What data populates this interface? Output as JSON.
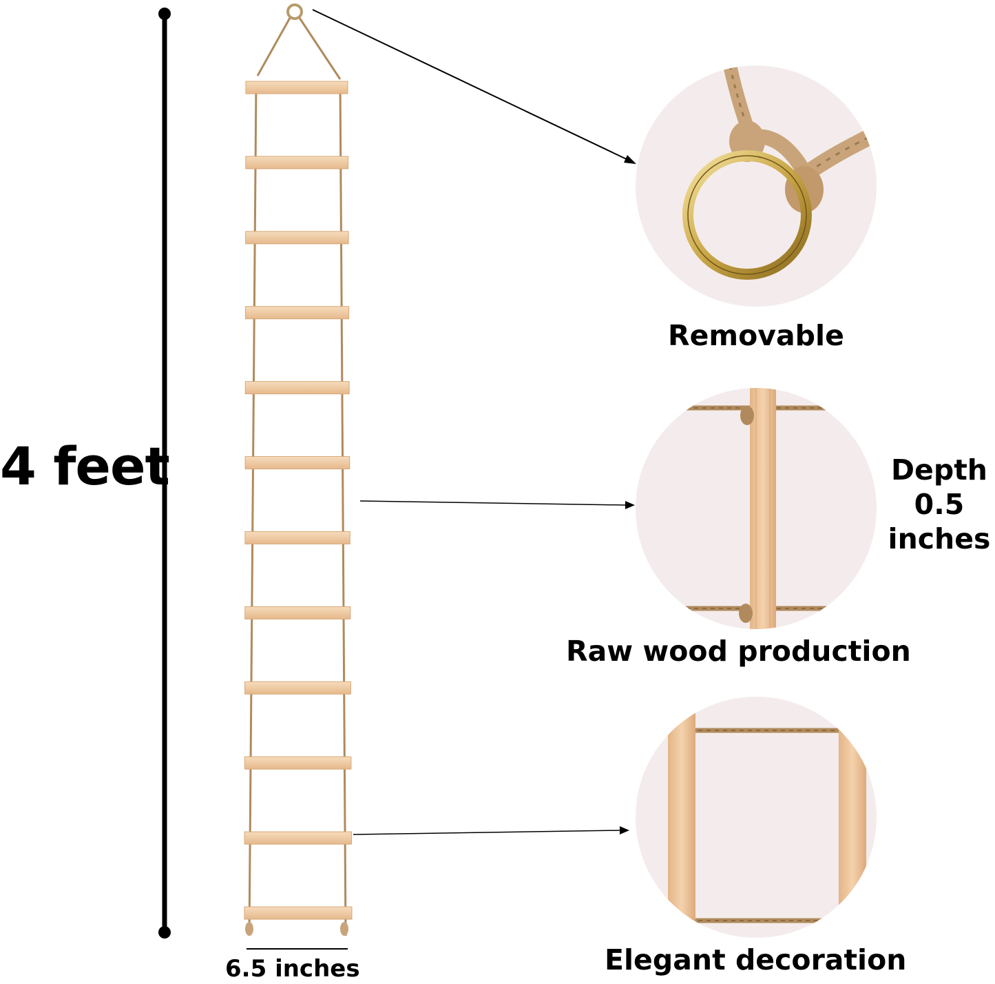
{
  "dimensions": {
    "height": "4 feet",
    "width": "6.5 inches",
    "depth": {
      "line1": "Depth",
      "line2": "0.5",
      "line3": "inches"
    }
  },
  "features": [
    {
      "label": "Removable",
      "icon": "ring-closeup"
    },
    {
      "label": "Raw wood production",
      "icon": "rung-closeup"
    },
    {
      "label": "Elegant decoration",
      "icon": "frame-closeup"
    }
  ],
  "ladder": {
    "rungs": 12
  },
  "colors": {
    "wood": "#f1cfa8",
    "wood_edge": "#d6a878",
    "rope": "#b08a5c",
    "ink": "#000000",
    "circle_bg": "#f4ecec"
  }
}
